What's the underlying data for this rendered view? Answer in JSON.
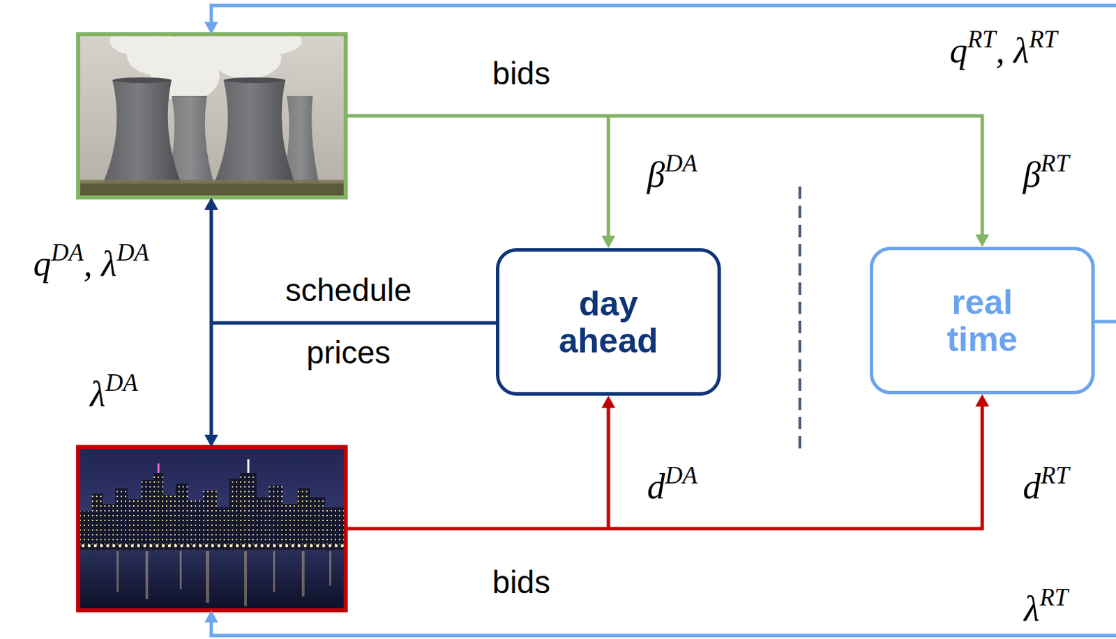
{
  "diagram": {
    "nodes": [
      {
        "text": [
          "day ahead"
        ]
      },
      {
        "text": [
          "real time"
        ]
      }
    ],
    "labels": [
      "qRT, λRT",
      "bids",
      "βDA",
      "βRT",
      "qDA, λDA",
      "schedule",
      "prices",
      "λDA",
      "dDA",
      "dRT",
      "bids",
      "λRT"
    ]
  }
}
